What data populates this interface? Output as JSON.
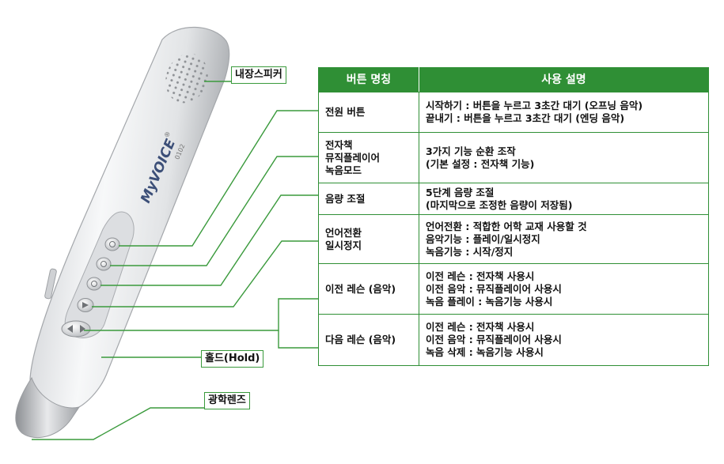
{
  "pen": {
    "brand": "MyVOICE",
    "trademark": "®",
    "model": "0102"
  },
  "callouts": {
    "speaker": "내장스피커",
    "hold": "홀드(Hold)",
    "lens": "광학렌즈"
  },
  "table": {
    "headers": [
      "버튼 명칭",
      "사용 설명"
    ],
    "rows": [
      {
        "name": [
          "전원 버튼"
        ],
        "desc": [
          "시작하기 : 버튼을 누르고 3초간 대기 (오프닝 음악)",
          "끝내기 : 버튼을 누르고 3초간 대기 (엔딩 음악)"
        ]
      },
      {
        "name": [
          "전자책",
          "뮤직플레이어",
          "녹음모드"
        ],
        "desc": [
          "3가지 기능 순환 조작",
          "(기본 설정 : 전자책 기능)"
        ]
      },
      {
        "name": [
          "음량 조절"
        ],
        "desc": [
          "5단계 음량 조절",
          "(마지막으로 조정한 음량이 저장됨)"
        ]
      },
      {
        "name": [
          "언어전환",
          "일시정지"
        ],
        "desc": [
          "언어전환 : 적합한 어학 교재 사용할 것",
          "음악기능 : 플레이/일시정지",
          "녹음기능 : 시작/정지"
        ]
      },
      {
        "name": [
          "이전 레슨 (음악)"
        ],
        "desc": [
          "이전 레슨 : 전자책 사용시",
          "이전 음악 : 뮤직플레이어 사용시",
          "녹음 플레이 : 녹음기능 사용시"
        ]
      },
      {
        "name": [
          "다음 레슨 (음악)"
        ],
        "desc": [
          "이전 레슨 : 전자책 사용시",
          "이전 음악 : 뮤직플레이어 사용시",
          "녹음 삭제 : 녹음기능 사용시"
        ]
      }
    ]
  },
  "colors": {
    "accent": "#2f8f35",
    "header_text": "#ffffff",
    "pen_body": "#e9eaeb"
  }
}
